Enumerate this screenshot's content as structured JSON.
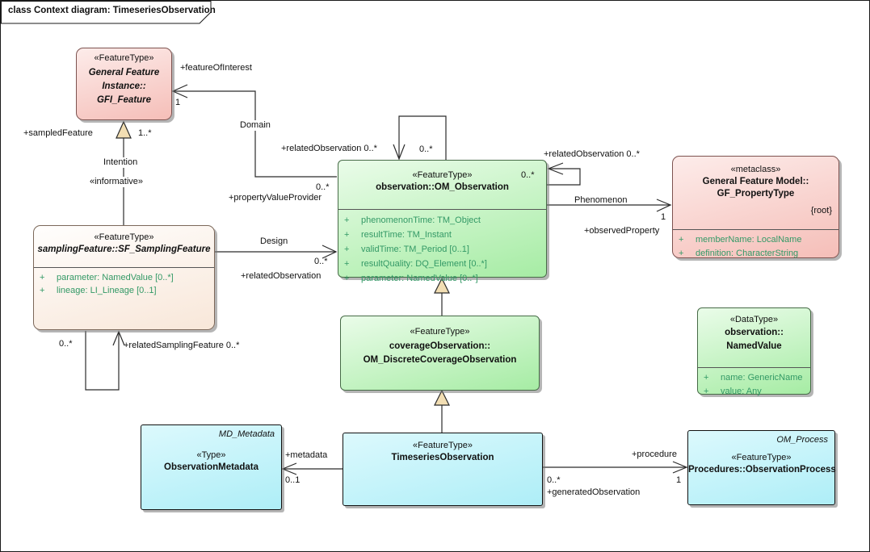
{
  "frame": {
    "title": "class Context diagram: TimeseriesObservation"
  },
  "classes": {
    "gfi_feature": {
      "stereotype": "«FeatureType»",
      "name_lines": [
        "General Feature",
        "Instance::",
        "GFI_Feature"
      ]
    },
    "sf_sampling_feature": {
      "stereotype": "«FeatureType»",
      "name_lines": [
        "samplingFeature::SF_SamplingFeature"
      ],
      "attributes": [
        {
          "v": "+",
          "t": "parameter: NamedValue [0..*]"
        },
        {
          "v": "+",
          "t": "lineage: LI_Lineage [0..1]"
        }
      ]
    },
    "om_observation": {
      "stereotype": "«FeatureType»",
      "name_lines": [
        "observation::OM_Observation"
      ],
      "attributes": [
        {
          "v": "+",
          "t": "phenomenonTime: TM_Object"
        },
        {
          "v": "+",
          "t": "resultTime: TM_Instant"
        },
        {
          "v": "+",
          "t": "validTime: TM_Period [0..1]"
        },
        {
          "v": "+",
          "t": "resultQuality: DQ_Element [0..*]"
        },
        {
          "v": "+",
          "t": "parameter: NamedValue [0..*]"
        }
      ]
    },
    "gf_property_type": {
      "stereotype": "«metaclass»",
      "name_lines": [
        "General Feature Model::",
        "GF_PropertyType"
      ],
      "tag": "{root}",
      "attributes": [
        {
          "v": "+",
          "t": "memberName: LocalName"
        },
        {
          "v": "+",
          "t": "definition: CharacterString"
        }
      ]
    },
    "om_discrete_coverage_observation": {
      "stereotype": "«FeatureType»",
      "name_lines": [
        "coverageObservation::",
        "OM_DiscreteCoverageObservation"
      ]
    },
    "named_value": {
      "stereotype": "«DataType»",
      "name_lines": [
        "observation::",
        "NamedValue"
      ],
      "attributes": [
        {
          "v": "+",
          "t": "name: GenericName"
        },
        {
          "v": "+",
          "t": "value: Any"
        }
      ]
    },
    "observation_metadata": {
      "parent": "MD_Metadata",
      "stereotype": "«Type»",
      "name_lines": [
        "ObservationMetadata"
      ]
    },
    "timeseries_observation": {
      "stereotype": "«FeatureType»",
      "name_lines": [
        "TimeseriesObservation"
      ]
    },
    "observation_process": {
      "parent": "OM_Process",
      "stereotype": "«FeatureType»",
      "name_lines": [
        "Procedures::ObservationProcess"
      ]
    }
  },
  "labels": {
    "feature_of_interest": "+featureOfInterest",
    "gfi_mult": "1",
    "domain": "Domain",
    "sampled_feature": "+sampledFeature",
    "sampled_feature_mult": "1..*",
    "intention": "Intention",
    "informative": "«informative»",
    "related_observation_top": "+relatedObservation 0..*",
    "loop_top_mult": "0..*",
    "property_value_provider_mult": "0..*",
    "property_value_provider": "+propertyValueProvider",
    "design": "Design",
    "design_mult": "0..*",
    "related_observation_design": "+relatedObservation",
    "related_observation_right": "+relatedObservation 0..*",
    "loop_right_mult": "0..*",
    "phenomenon": "Phenomenon",
    "observed_property_mult": "1",
    "observed_property": "+observedProperty",
    "sf_loop_mult": "0..*",
    "related_sampling_feature": "+relatedSamplingFeature 0..*",
    "metadata": "+metadata",
    "metadata_mult": "0..1",
    "procedure": "+procedure",
    "procedure_mult": "1",
    "generated_observation_mult": "0..*",
    "generated_observation": "+generatedObservation"
  },
  "colors": {
    "pink_light": "#fdecea",
    "pink": "#f5beb8",
    "green_light": "#eafce9",
    "green": "#a6eca4",
    "cyan_light": "#dcf9fd",
    "cyan": "#aeeef7",
    "cream_light": "#fffefd",
    "cream": "#f8e7d9",
    "tan": "#f2deb3",
    "attr_text": "#339966",
    "line": "#2b2b2b"
  }
}
